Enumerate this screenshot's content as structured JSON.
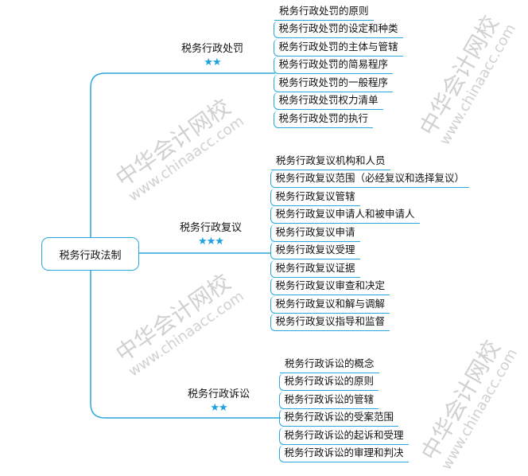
{
  "root": {
    "label": "税务行政法制"
  },
  "accent_color": "#2aa7dc",
  "star_color": "#1da1e0",
  "branches": [
    {
      "label": "税务行政处罚",
      "stars": "★★",
      "rating": 2,
      "items": [
        "税务行政处罚的原则",
        "税务行政处罚的设定和种类",
        "税务行政处罚的主体与管辖",
        "税务行政处罚的简易程序",
        "税务行政处罚的一般程序",
        "税务行政处罚权力清单",
        "税务行政处罚的执行"
      ]
    },
    {
      "label": "税务行政复议",
      "stars": "★★★",
      "rating": 3,
      "items": [
        "税务行政复议机构和人员",
        "税务行政复议范围（必经复议和选择复议）",
        "税务行政复议管辖",
        "税务行政复议申请人和被申请人",
        "税务行政复议申请",
        "税务行政复议受理",
        "税务行政复议证据",
        "税务行政复议审查和决定",
        "税务行政复议和解与调解",
        "税务行政复议指导和监督"
      ]
    },
    {
      "label": "税务行政诉讼",
      "stars": "★★",
      "rating": 2,
      "items": [
        "税务行政诉讼的概念",
        "税务行政诉讼的原则",
        "税务行政诉讼的管辖",
        "税务行政诉讼的受案范围",
        "税务行政诉讼的起诉和受理",
        "税务行政诉讼的审理和判决"
      ]
    }
  ],
  "watermark": {
    "name": "中华会计网校",
    "url": "www.chinaacc.com"
  }
}
